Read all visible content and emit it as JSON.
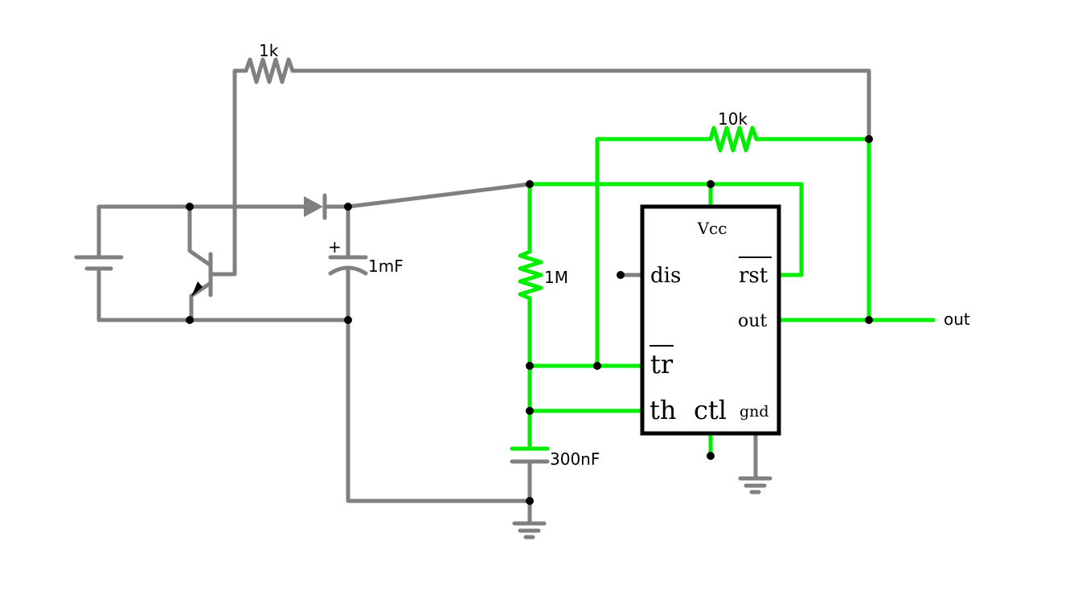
{
  "components": {
    "r_top_label": "1k",
    "r_feedback_label": "10k",
    "r_timing_label": "1M",
    "c_storage_label": "1mF",
    "c_storage_polarity": "+",
    "c_timing_label": "300nF",
    "output_label": "out"
  },
  "ic555": {
    "vcc": "Vcc",
    "dis": "dis",
    "rst": "rst",
    "out": "out",
    "tr": "tr",
    "th": "th",
    "ctl": "ctl",
    "gnd": "gnd"
  },
  "colors": {
    "inactive_wire": "#808080",
    "active_wire": "#00ee00",
    "node": "#000000"
  }
}
